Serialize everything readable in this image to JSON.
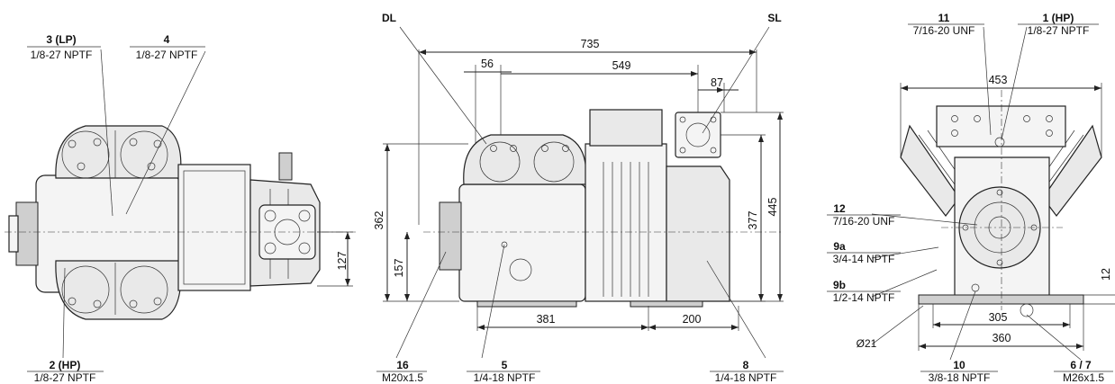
{
  "callouts": {
    "c3_num": "3 (LP)",
    "c3_spec": "1/8-27 NPTF",
    "c4_num": "4",
    "c4_spec": "1/8-27 NPTF",
    "c2_num": "2 (HP)",
    "c2_spec": "1/8-27 NPTF",
    "dl": "DL",
    "sl": "SL",
    "c16_num": "16",
    "c16_spec": "M20x1.5",
    "c5_num": "5",
    "c5_spec": "1/4-18 NPTF",
    "c8_num": "8",
    "c8_spec": "1/4-18 NPTF",
    "c11_num": "11",
    "c11_spec": "7/16-20 UNF",
    "c1_num": "1 (HP)",
    "c1_spec": "1/8-27 NPTF",
    "c12_num": "12",
    "c12_spec": "7/16-20 UNF",
    "c9a_num": "9a",
    "c9a_spec": "3/4-14 NPTF",
    "c9b_num": "9b",
    "c9b_spec": "1/2-14 NPTF",
    "d21": "Ø21",
    "c10_num": "10",
    "c10_spec": "3/8-18 NPTF",
    "c67_num": "6 / 7",
    "c67_spec": "M26x1.5"
  },
  "dimensions": {
    "d735": "735",
    "d56": "56",
    "d549": "549",
    "d87": "87",
    "d362": "362",
    "d157": "157",
    "d377": "377",
    "d445": "445",
    "d127": "127",
    "d381": "381",
    "d200": "200",
    "d453": "453",
    "d305": "305",
    "d360": "360",
    "d12": "12"
  }
}
